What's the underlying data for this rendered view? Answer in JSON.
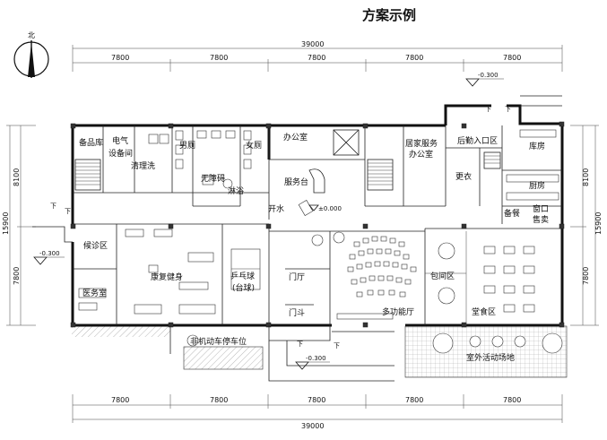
{
  "title": "方案示例",
  "north": "北",
  "dimensions": {
    "total_top": "39000",
    "total_bottom": "39000",
    "top_segments": [
      "7800",
      "7800",
      "7800",
      "7800",
      "7800"
    ],
    "bottom_segments": [
      "7800",
      "7800",
      "7800",
      "7800",
      "7800"
    ],
    "left_total": "15900",
    "left_segments": [
      "8100",
      "7800"
    ],
    "right_total": "15900",
    "right_segments": [
      "8100",
      "7800"
    ]
  },
  "levels": {
    "entry_top_right": "-0.300",
    "left_side": "-0.300",
    "bottom_entry": "-0.300",
    "datum": "±0.000"
  },
  "direction_marks": [
    "下",
    "下",
    "下",
    "下",
    "下",
    "下"
  ],
  "rooms": {
    "storage_prep": "备品库",
    "electrical": "电气",
    "equipment": "设备间",
    "cleaning": "清理洗",
    "male_toilet": "男厕",
    "female_toilet": "女厕",
    "accessible": "无障碍",
    "shower": "淋浴",
    "office": "办公室",
    "service_desk": "服务台",
    "home_service": "居家服务",
    "home_office": "办公室",
    "rear_entry": "后勤入口区",
    "changing": "更衣",
    "warehouse": "库房",
    "kitchen": "厨房",
    "prep_meal": "备餐",
    "window_sale": "窗口",
    "sale": "售卖",
    "waiting": "候诊区",
    "clinic": "医务室",
    "rehab": "康复健身",
    "pingpong": "乒乓球",
    "billiards": "(台球)",
    "hall": "门厅",
    "vestibule": "门斗",
    "multi_hall": "多功能厅",
    "private_room": "包间区",
    "dining": "堂食区",
    "bike_parking": "非机动车停车位",
    "outdoor": "室外活动场地",
    "water": "开水"
  }
}
